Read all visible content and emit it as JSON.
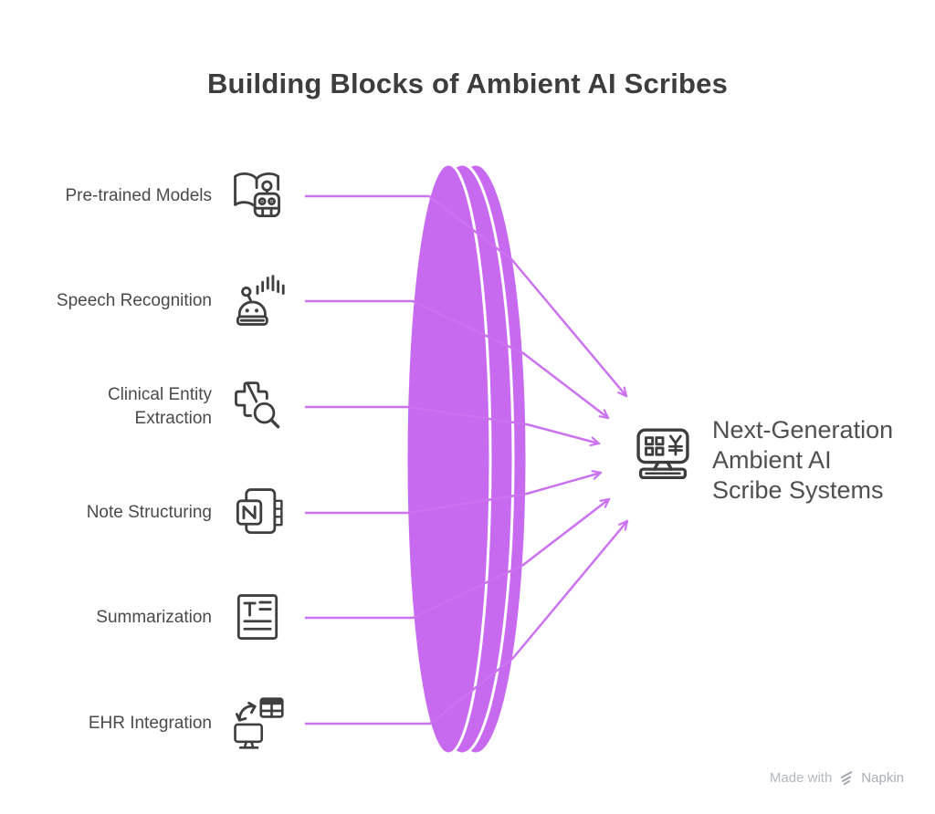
{
  "title": "Building Blocks of Ambient AI Scribes",
  "items": [
    {
      "label": "Pre-trained Models",
      "icon": "book-robot-icon"
    },
    {
      "label": "Speech Recognition",
      "icon": "speech-robot-icon"
    },
    {
      "label": "Clinical Entity Extraction",
      "icon": "medical-cross-search-icon"
    },
    {
      "label": "Note Structuring",
      "icon": "notebook-n-icon"
    },
    {
      "label": "Summarization",
      "icon": "summary-document-icon"
    },
    {
      "label": "EHR Integration",
      "icon": "ehr-sync-icon"
    }
  ],
  "output": {
    "label": "Next-Generation Ambient AI Scribe Systems",
    "lines": [
      "Next-Generation",
      "Ambient AI",
      "Scribe Systems"
    ],
    "icon": "scribe-terminal-icon"
  },
  "watermark": {
    "prefix": "Made with",
    "brand": "Napkin"
  },
  "colors": {
    "lens_fill": "#c76af0",
    "connector": "#cb72f1",
    "icon_stroke": "#3f3f3f",
    "title_text": "#3d3d3d",
    "label_text": "#4a4a4a",
    "output_text": "#4f4f4f",
    "watermark_text": "#b3b8c0"
  }
}
